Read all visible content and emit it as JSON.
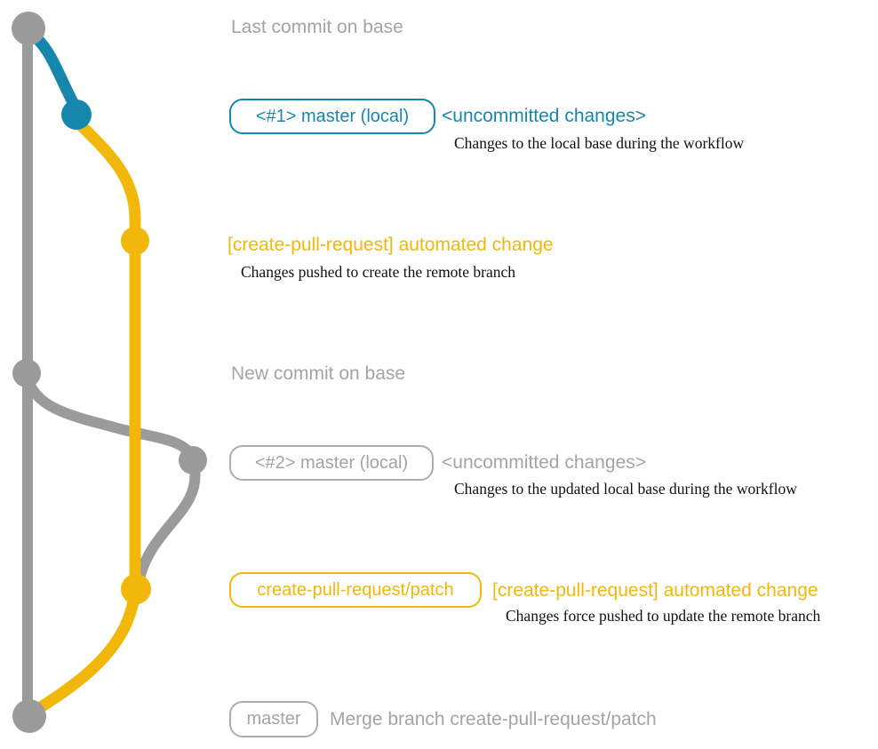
{
  "colors": {
    "teal": "#1587ad",
    "yellow": "#f1b70a",
    "gray": "#9b9b9b",
    "grayText": "#a4a4a4",
    "grayBorder": "#aeaeae",
    "ink": "#111111"
  },
  "rows": {
    "last_commit": {
      "title": "Last commit on base"
    },
    "local_1": {
      "badge": "<#1> master (local)",
      "heading": "<uncommitted changes>",
      "description": "Changes to the local base during the workflow"
    },
    "automated_1": {
      "heading": "[create-pull-request] automated change",
      "description": "Changes pushed to create the remote branch"
    },
    "new_commit": {
      "title": "New commit on base"
    },
    "local_2": {
      "badge": "<#2> master (local)",
      "heading": "<uncommitted changes>",
      "description": "Changes to the updated local base during the workflow"
    },
    "automated_2": {
      "badge": "create-pull-request/patch",
      "heading": "[create-pull-request] automated change",
      "description": "Changes force pushed to update the remote branch"
    },
    "merge": {
      "badge": "master",
      "heading": "Merge branch create-pull-request/patch"
    }
  }
}
